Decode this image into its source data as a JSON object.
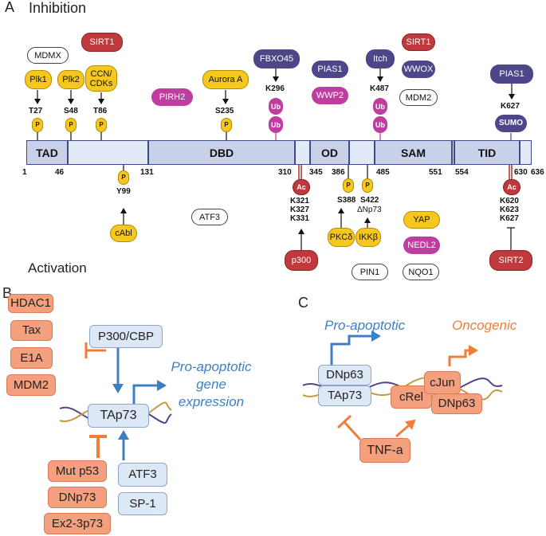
{
  "panels": {
    "a": "A",
    "b": "B",
    "c": "C"
  },
  "headings": {
    "inhibition": "Inhibition",
    "activation": "Activation"
  },
  "domains": [
    {
      "name": "TAD"
    },
    {
      "name": ""
    },
    {
      "name": "DBD"
    },
    {
      "name": ""
    },
    {
      "name": "OD"
    },
    {
      "name": ""
    },
    {
      "name": "SAM"
    },
    {
      "name": ""
    },
    {
      "name": "TID"
    },
    {
      "name": ""
    }
  ],
  "positions": [
    "1",
    "46",
    "131",
    "310",
    "345",
    "386",
    "485",
    "551",
    "554",
    "630",
    "636"
  ],
  "sites": {
    "t27": "T27",
    "s48": "S48",
    "t86": "T86",
    "s235": "S235",
    "k296": "K296",
    "k487": "K487",
    "k627": "K627",
    "y99": "Y99",
    "k321": "K321",
    "k327": "K327",
    "k331": "K331",
    "s388": "S388",
    "s422": "S422",
    "dnp73": "ΔNp73",
    "k620": "K620",
    "k623": "K623",
    "k627b": "K627"
  },
  "marks": {
    "p": "P",
    "ub": "Ub",
    "ac": "Ac",
    "sumo": "SUMO"
  },
  "proteins": {
    "mdmx": "MDMX",
    "sirt1_a": "SIRT1",
    "plk1": "Plk1",
    "plk2": "Plk2",
    "ccn": "CCN/ CDKs",
    "pirh2": "PIRH2",
    "aurora": "Aurora A",
    "fbxo45": "FBXO45",
    "pias1_a": "PIAS1",
    "wwp2": "WWP2",
    "itch": "Itch",
    "sirt1_b": "SIRT1",
    "wwox": "WWOX",
    "mdm2_a": "MDM2",
    "pias1_b": "PIAS1",
    "cabl": "cAbl",
    "atf3_a": "ATF3",
    "p300": "p300",
    "pkcd": "PKCδ",
    "ikkb": "IKKβ",
    "yap": "YAP",
    "nedl2": "NEDL2",
    "sirt2": "SIRT2",
    "pin1": "PIN1",
    "nqo1": "NQO1"
  },
  "panel_b": {
    "hdac1": "HDAC1",
    "tax": "Tax",
    "e1a": "E1A",
    "mdm2": "MDM2",
    "p300cbp": "P300/CBP",
    "tap73": "TAp73",
    "mutp53": "Mut p53",
    "dnp73": "DNp73",
    "ex2": "Ex2-3p73",
    "atf3": "ATF3",
    "sp1": "SP-1",
    "outcome": [
      "Pro-apoptotic",
      "gene",
      "expression"
    ]
  },
  "panel_c": {
    "pro_apoptotic": "Pro-apoptotic",
    "oncogenic": "Oncogenic",
    "dnp63a": "DNp63",
    "tap73": "TAp73",
    "crel": "cRel",
    "cjun": "cJun",
    "dnp63b": "DNp63",
    "tnfa": "TNF-a"
  },
  "colors": {
    "activation": "#3d7fc4",
    "inhibition": "#ef7e3a",
    "acetyl": "#a8302f",
    "ub": "#b0359a",
    "sumo": "#4d4789",
    "phos": "#f6c81e"
  }
}
